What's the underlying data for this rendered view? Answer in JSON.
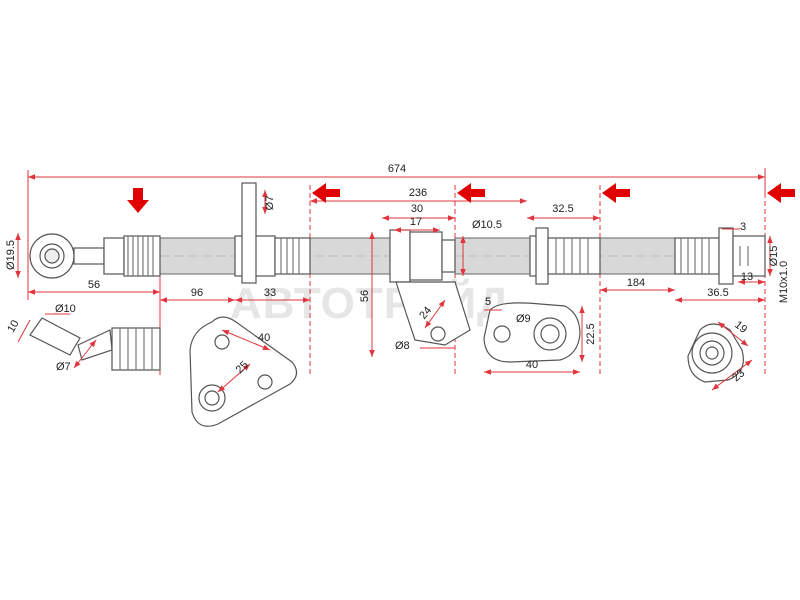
{
  "watermark": "АВТОТРЕЙД",
  "colors": {
    "dimension_line": "#e0353c",
    "outline": "#555555",
    "arrow": "#e00000",
    "hose": "#9a9a9a"
  },
  "dimensions": {
    "total_length": "674",
    "d_19_5": "Ø19.5",
    "len_56": "56",
    "len_96": "96",
    "len_33": "33",
    "d_7_bracket": "Ø7",
    "len_236": "236",
    "len_30": "30",
    "len_17": "17",
    "d_10_5": "Ø10.5",
    "len_32_5": "32.5",
    "len_3": "3",
    "d_15": "Ø15",
    "thread": "M10x1.0",
    "len_184": "184",
    "len_36_5": "36.5",
    "len_13": "13",
    "angle_10": "10",
    "d_10": "Ø10",
    "d_7_fitting": "Ø7",
    "plate_40": "40",
    "plate_25": "25",
    "clip_56": "56",
    "clip_24": "24",
    "clip_d8": "Ø8",
    "tab_5": "5",
    "tab_d9": "Ø9",
    "tab_22_5": "22.5",
    "tab_40": "40",
    "end_19": "19",
    "end_23": "23"
  },
  "icons": [
    "arrow-down-icon",
    "arrow-left-icon"
  ]
}
